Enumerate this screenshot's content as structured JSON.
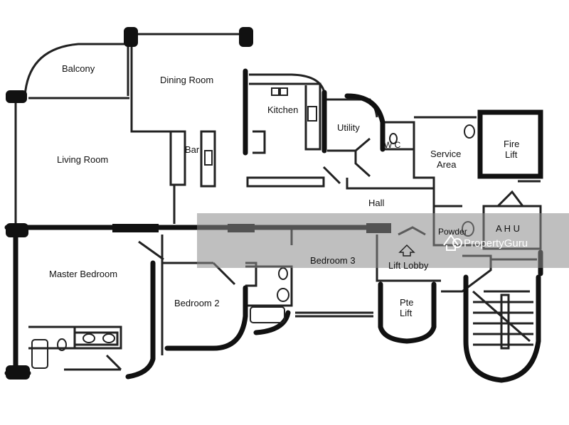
{
  "plan": {
    "colors": {
      "wall": "#111111",
      "line": "#222222",
      "watermark_band": "#8a8a8a",
      "background": "#ffffff"
    },
    "rooms": {
      "balcony": "Balcony",
      "dining_room": "Dining Room",
      "kitchen": "Kitchen",
      "utility": "Utility",
      "wc": "W C",
      "service_area_line1": "Service",
      "service_area_line2": "Area",
      "fire_lift_line1": "Fire",
      "fire_lift_line2": "Lift",
      "living_room": "Living Room",
      "bar": "Bar",
      "hall": "Hall",
      "master_bedroom": "Master Bedroom",
      "bedroom_2": "Bedroom 2",
      "bedroom_3": "Bedroom 3",
      "powder": "Powder",
      "ahu": "A H U",
      "lift_lobby": "Lift Lobby",
      "pte_lift_line1": "Pte",
      "pte_lift_line2": "Lift"
    }
  },
  "watermark": {
    "brand": "PropertyGuru",
    "icon": "propertyguru-logo-icon"
  }
}
